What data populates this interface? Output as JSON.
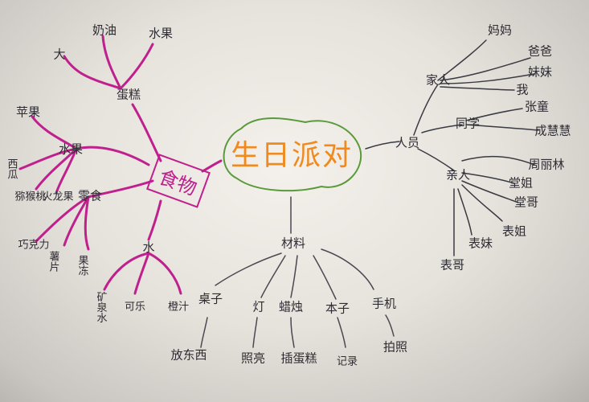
{
  "map": {
    "center": "生日派对",
    "branches": {
      "food": {
        "title": "食物",
        "cake": "蛋糕",
        "cake_items": [
          "大",
          "奶油",
          "水果"
        ],
        "fruit": "水果",
        "fruit_items": [
          "苹果",
          "西瓜",
          "猕猴桃",
          "火龙果"
        ],
        "snack": "零食",
        "snack_items": [
          "巧克力",
          "薯片",
          "果冻"
        ],
        "water": "水",
        "water_items": [
          "矿泉水",
          "可乐",
          "橙汁"
        ]
      },
      "people": {
        "title": "人员",
        "family": "家人",
        "family_items": [
          "妈妈",
          "爸爸",
          "妹妹",
          "我"
        ],
        "classmates": "同学",
        "classmate_items": [
          "张童",
          "成慧慧"
        ],
        "relatives": "亲人",
        "relative_items": [
          "周丽林",
          "堂姐",
          "堂哥",
          "表姐",
          "表妹",
          "表哥"
        ]
      },
      "materials": {
        "title": "材料",
        "items": [
          "桌子",
          "灯",
          "蜡烛",
          "本子",
          "手机"
        ],
        "uses": [
          "放东西",
          "照亮",
          "插蛋糕",
          "记录",
          "拍照"
        ]
      }
    }
  }
}
